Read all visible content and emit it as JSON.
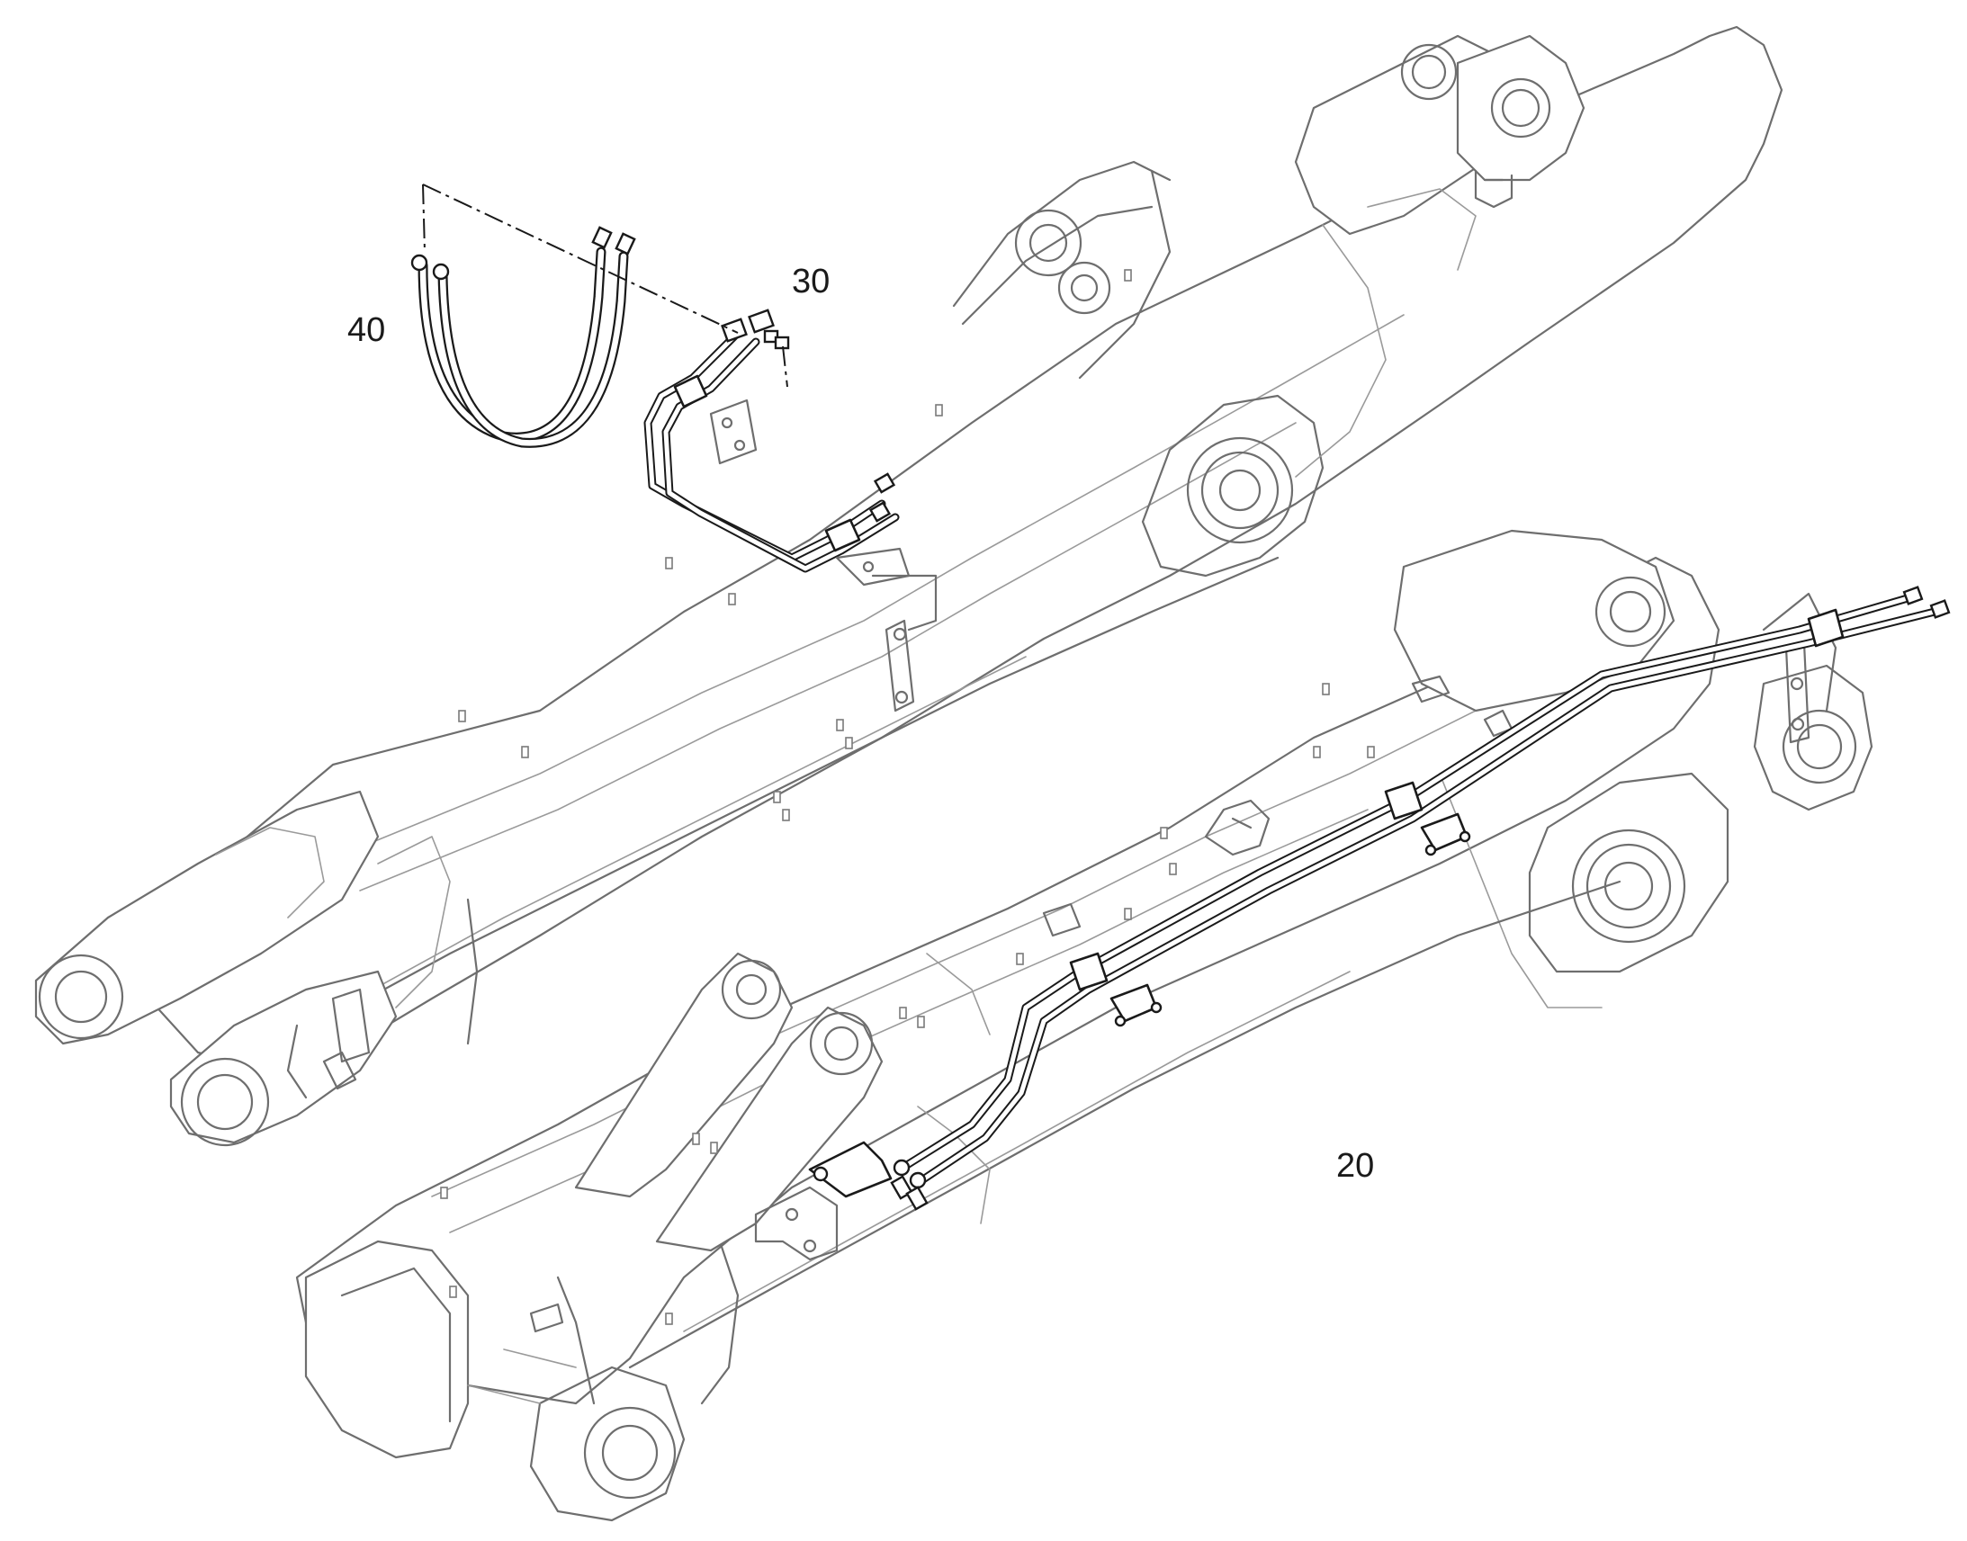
{
  "callouts": [
    {
      "id": "item-40",
      "label": "40"
    },
    {
      "id": "item-30",
      "label": "30"
    },
    {
      "id": "item-20",
      "label": "20"
    }
  ],
  "colors": {
    "background": "#ffffff",
    "outline": "#6e6e6e",
    "ink": "#1a1a1a"
  }
}
